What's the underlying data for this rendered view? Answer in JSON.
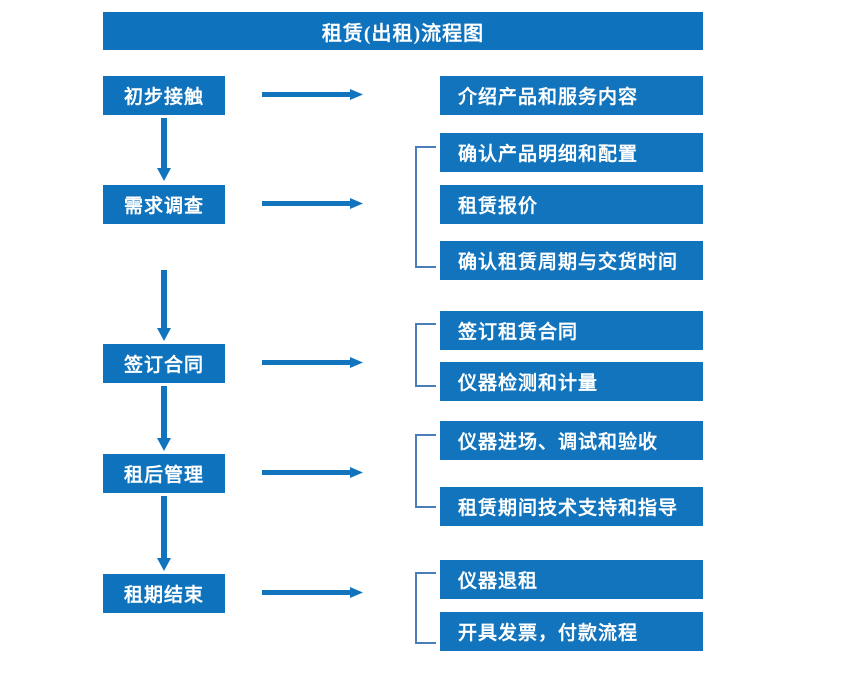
{
  "title": "租赁(出租)流程图",
  "colors": {
    "box_blue": "#0F72BC",
    "detail_blue": "#1274BD",
    "arrow_blue": "#1274BD",
    "bracket_blue": "#4A7EBB",
    "text_white": "#FFFFFF",
    "page_background": "#FFFFFF"
  },
  "stages": [
    {
      "label": "初步接触"
    },
    {
      "label": "需求调查"
    },
    {
      "label": "签订合同"
    },
    {
      "label": "租后管理"
    },
    {
      "label": "租期结束"
    }
  ],
  "details": {
    "group_1": [
      {
        "label": "介绍产品和服务内容"
      }
    ],
    "group_2": [
      {
        "label": "确认产品明细和配置"
      },
      {
        "label": "租赁报价"
      },
      {
        "label": "确认租赁周期与交货时间"
      }
    ],
    "group_3": [
      {
        "label": "签订租赁合同"
      },
      {
        "label": "仪器检测和计量"
      }
    ],
    "group_4": [
      {
        "label": "仪器进场、调试和验收"
      },
      {
        "label": "租赁期间技术支持和指导"
      }
    ],
    "group_5": [
      {
        "label": "仪器退租"
      },
      {
        "label": "开具发票，付款流程"
      }
    ]
  },
  "connectors": {
    "horizontal_arrow_count": 5,
    "vertical_arrow_count": 4,
    "bracket_count": 4
  }
}
